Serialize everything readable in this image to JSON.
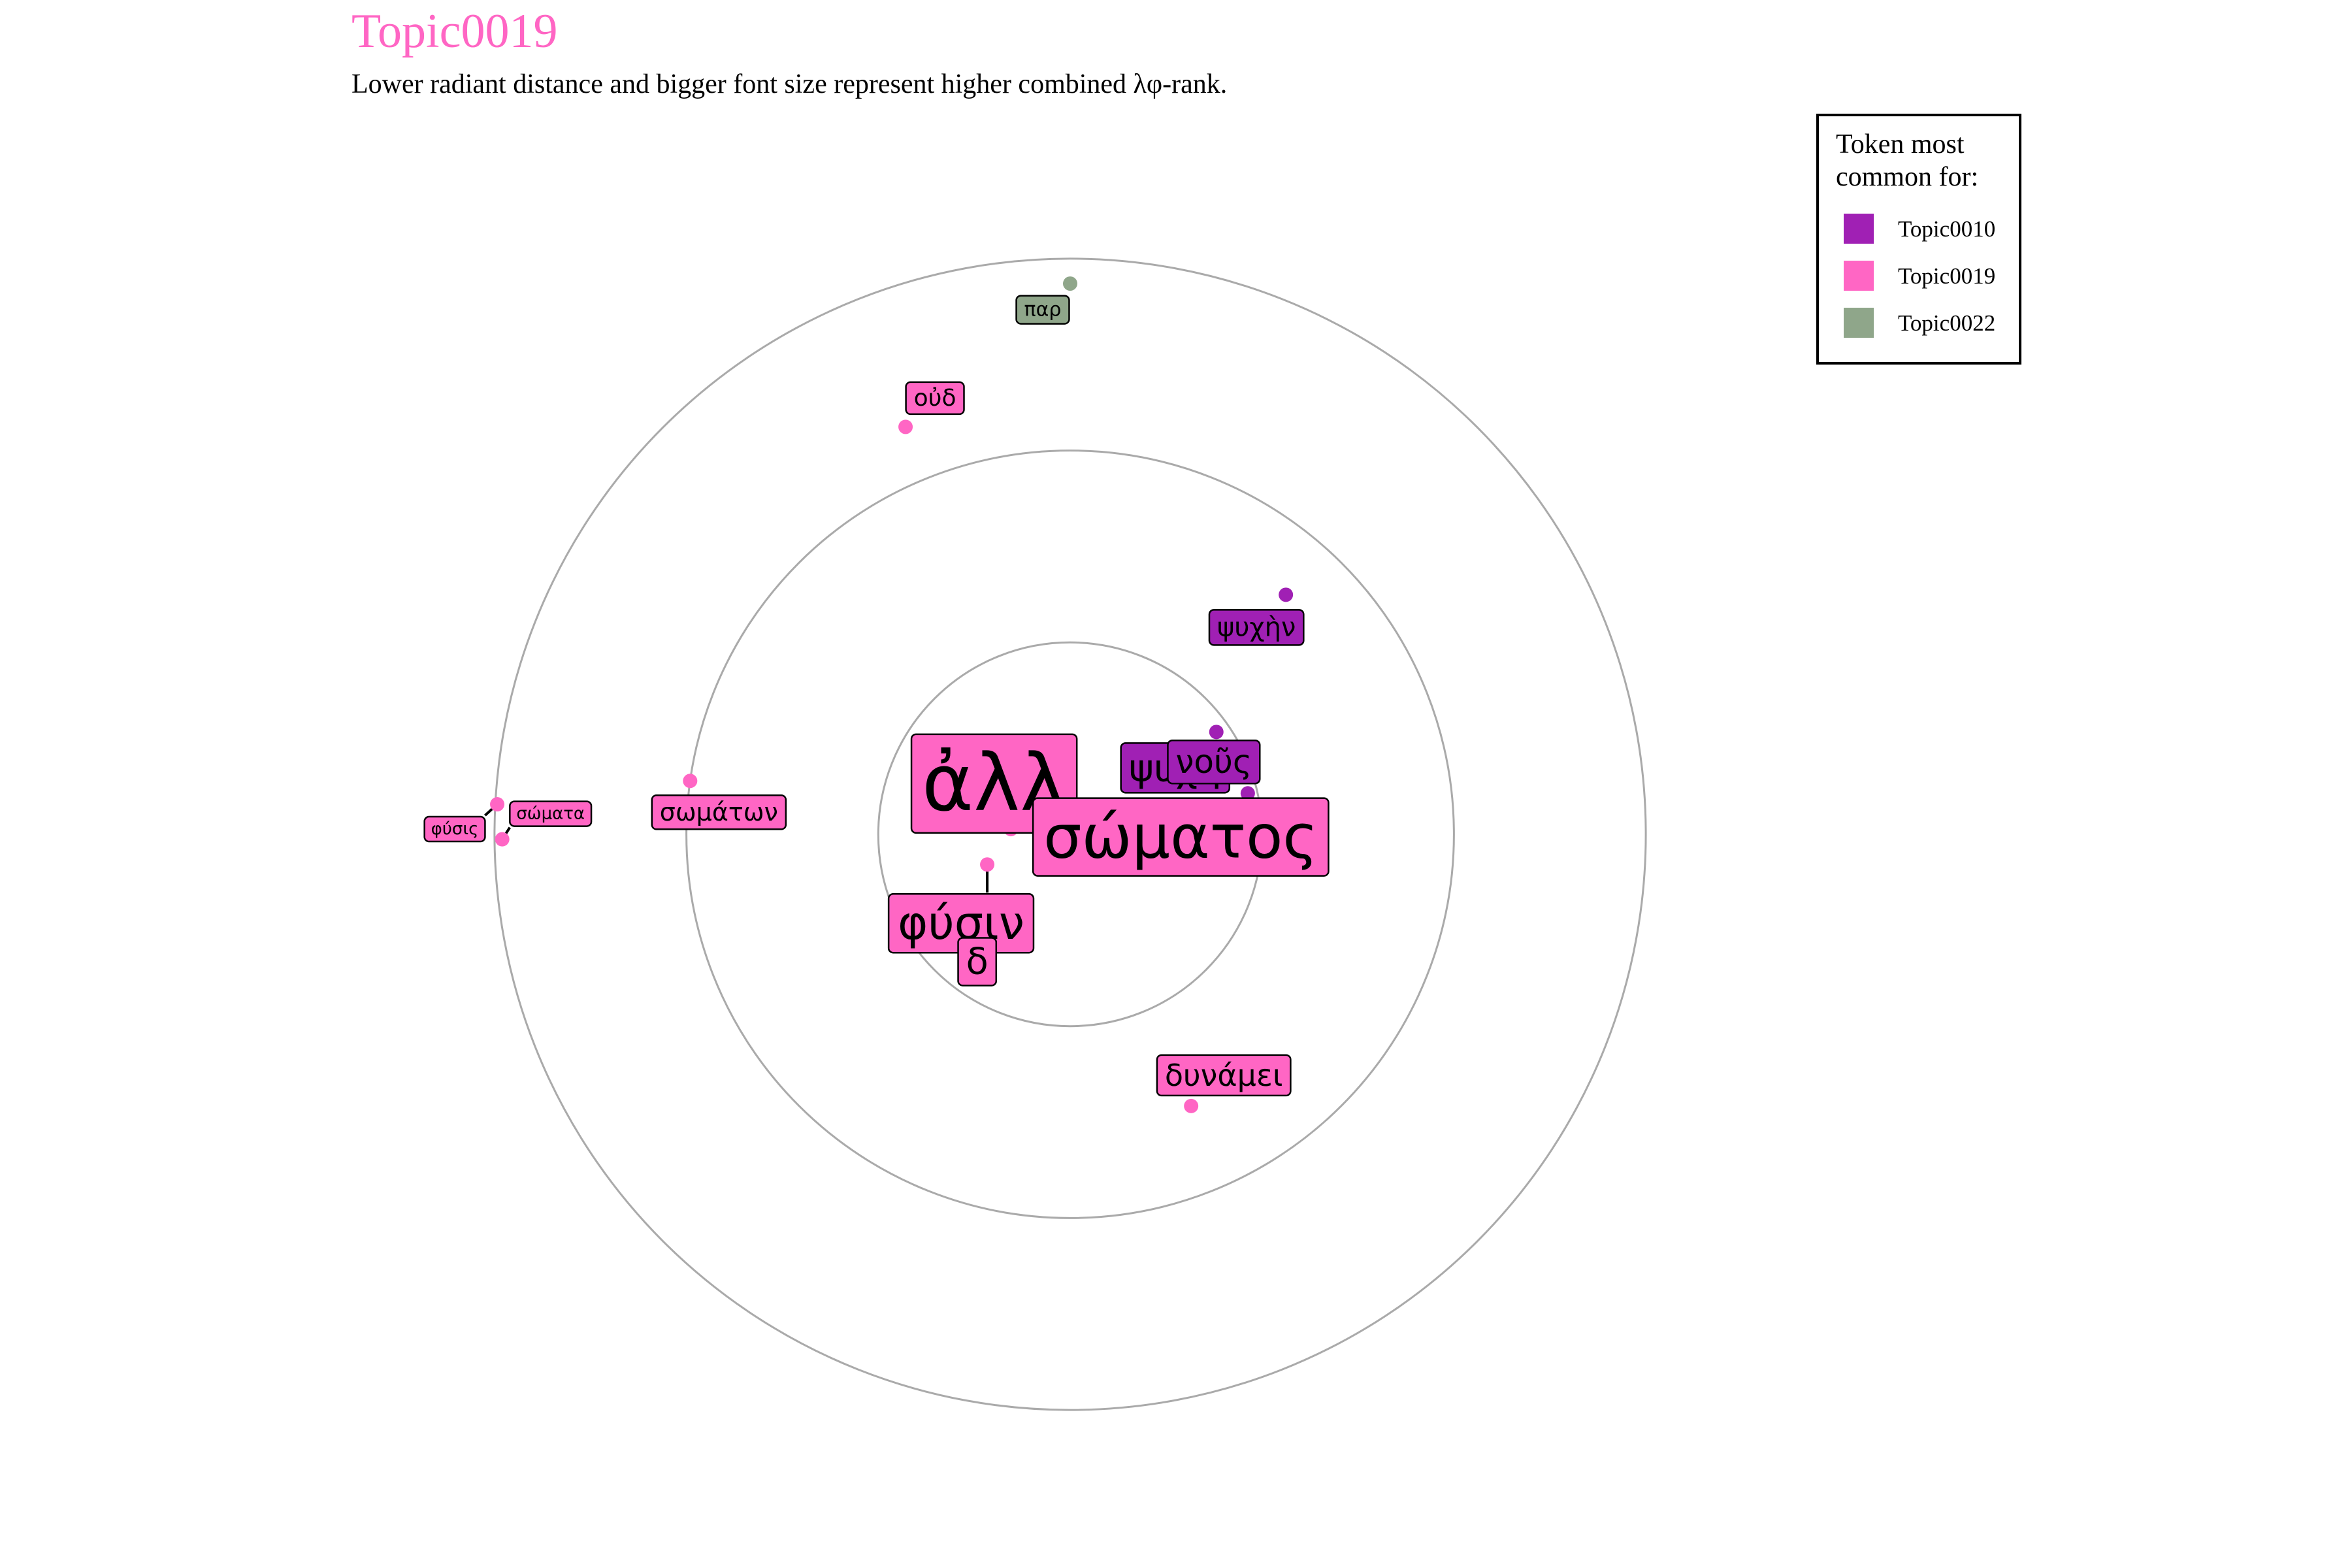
{
  "title": "Topic0019",
  "subtitle": "Lower radiant distance and bigger font size represent higher combined λφ-rank.",
  "colors": {
    "title": "#ff66c4",
    "Topic0010": "#a020b4",
    "Topic0019": "#ff66c4",
    "Topic0022": "#8fa68a",
    "ring": "#aaaaaa"
  },
  "legend": {
    "title_lines": [
      "Token most",
      "common for:"
    ],
    "placement": "top-right",
    "entries": [
      {
        "label": "Topic0010",
        "color": "#a020b4"
      },
      {
        "label": "Topic0019",
        "color": "#ff66c4"
      },
      {
        "label": "Topic0022",
        "color": "#8fa68a"
      }
    ]
  },
  "chart_data": {
    "type": "radial-scatter",
    "title": "Topic0019",
    "subtitle": "Lower radiant distance and bigger font size represent higher combined λφ-rank.",
    "rings": [
      1,
      2,
      3
    ],
    "r_max": 3,
    "points": [
      {
        "label": "ἀλλ",
        "r": 0.15,
        "theta": -80,
        "topic": "Topic0019",
        "rank": 1
      },
      {
        "label": "σώματος",
        "r": 0.31,
        "theta": -85,
        "topic": "Topic0019",
        "rank": 2
      },
      {
        "label": "φύσιν",
        "r": 0.46,
        "theta": -110,
        "topic": "Topic0019",
        "rank": 3
      },
      {
        "label": "δ",
        "r": 0.82,
        "theta": -127,
        "topic": "Topic0019",
        "rank": 4
      },
      {
        "label": "ψυχὴ",
        "r": 0.93,
        "theta": 55,
        "topic": "Topic0010",
        "rank": 5
      },
      {
        "label": "νοῦς",
        "r": 0.95,
        "theta": 77,
        "topic": "Topic0010",
        "rank": 6
      },
      {
        "label": "δυνάμει",
        "r": 1.55,
        "theta": 156,
        "topic": "Topic0019",
        "rank": 7
      },
      {
        "label": "ψυχὴν",
        "r": 1.68,
        "theta": 42,
        "topic": "Topic0010",
        "rank": 8
      },
      {
        "label": "σωμάτων",
        "r": 2.0,
        "theta": -82,
        "topic": "Topic0019",
        "rank": 9
      },
      {
        "label": "οὐδ",
        "r": 2.29,
        "theta": -22,
        "topic": "Topic0019",
        "rank": 10
      },
      {
        "label": "παρ",
        "r": 2.87,
        "theta": 0,
        "topic": "Topic0022",
        "rank": 11
      },
      {
        "label": "φύσις",
        "r": 2.99,
        "theta": -87,
        "topic": "Topic0019",
        "rank": 12
      },
      {
        "label": "σώματα",
        "r": 2.96,
        "theta": -90.5,
        "topic": "Topic0019",
        "rank": 13
      }
    ]
  }
}
